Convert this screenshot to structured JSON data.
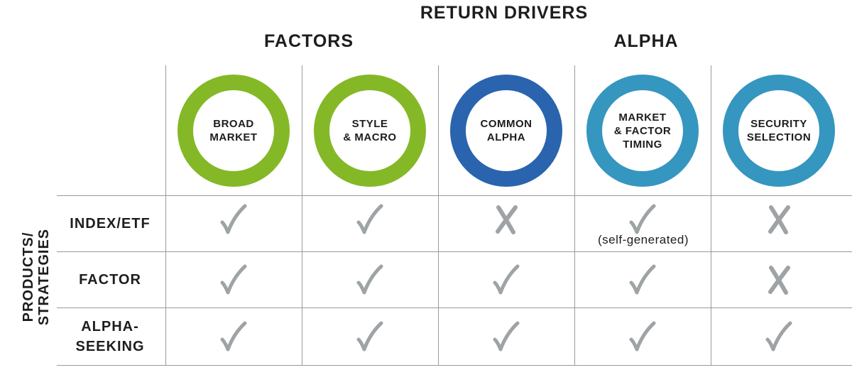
{
  "header": {
    "title": "RETURN DRIVERS",
    "factors_label": "FACTORS",
    "alpha_label": "ALPHA"
  },
  "side_label": {
    "line1": "PRODUCTS/",
    "line2": "STRATEGIES"
  },
  "colors": {
    "green": "#84b827",
    "dark_blue": "#2a64ae",
    "light_blue": "#3596c0",
    "mark_gray": "#9ea3a6"
  },
  "columns": [
    {
      "label": "BROAD\nMARKET",
      "color": "green"
    },
    {
      "label": "STYLE\n& MACRO",
      "color": "green"
    },
    {
      "label": "COMMON\nALPHA",
      "color": "dark_blue"
    },
    {
      "label": "MARKET\n& FACTOR\nTIMING",
      "color": "light_blue"
    },
    {
      "label": "SECURITY\nSELECTION",
      "color": "light_blue"
    }
  ],
  "rows": [
    {
      "label": "INDEX/ETF",
      "marks": [
        "check",
        "check",
        "cross",
        "check",
        "cross"
      ]
    },
    {
      "label": "FACTOR",
      "marks": [
        "check",
        "check",
        "check",
        "check",
        "cross"
      ]
    },
    {
      "label": "ALPHA-\nSEEKING",
      "marks": [
        "check",
        "check",
        "check",
        "check",
        "check"
      ]
    }
  ],
  "notes": {
    "index_timing": "(self-generated)"
  }
}
